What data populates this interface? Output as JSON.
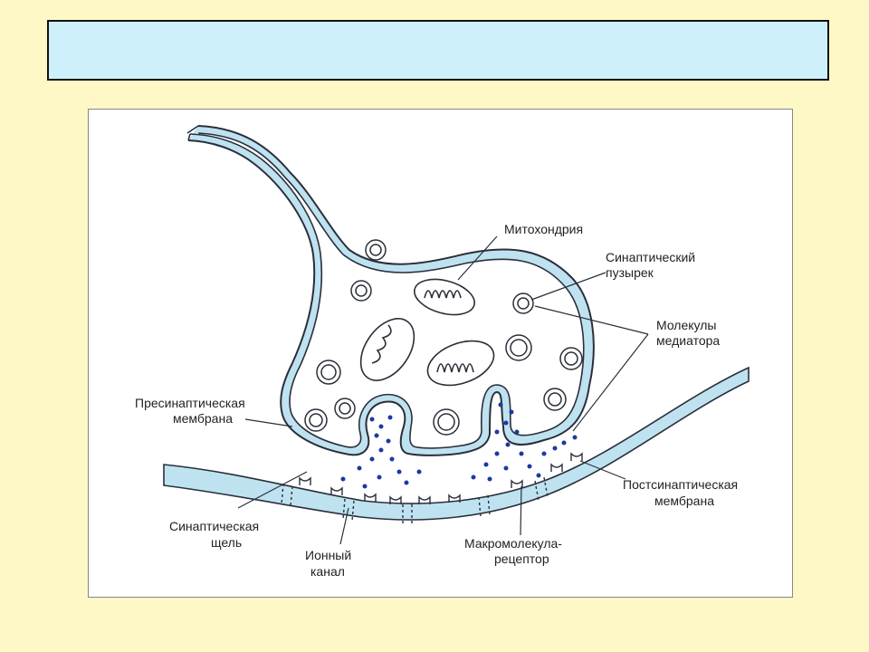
{
  "slide": {
    "title": ""
  },
  "colors": {
    "background": "#fdf8c5",
    "title_bar": "#cdf0fb",
    "membrane": "#bfe2f1",
    "outline": "#2a2f3a",
    "mediator": "#1a3aa0"
  },
  "labels": {
    "mitochondria": "Митохондрия",
    "vesicle_1": "Синаптический",
    "vesicle_2": "пузырек",
    "mediator_1": "Молекулы",
    "mediator_2": "медиатора",
    "presynaptic_1": "Пресинаптическая",
    "presynaptic_2": "мембрана",
    "postsynaptic_1": "Постсинаптическая",
    "postsynaptic_2": "мембрана",
    "cleft_1": "Синаптическая",
    "cleft_2": "щель",
    "ion_channel_1": "Ионный",
    "ion_channel_2": "канал",
    "receptor_1": "Макромолекула-",
    "receptor_2": "рецептор"
  }
}
